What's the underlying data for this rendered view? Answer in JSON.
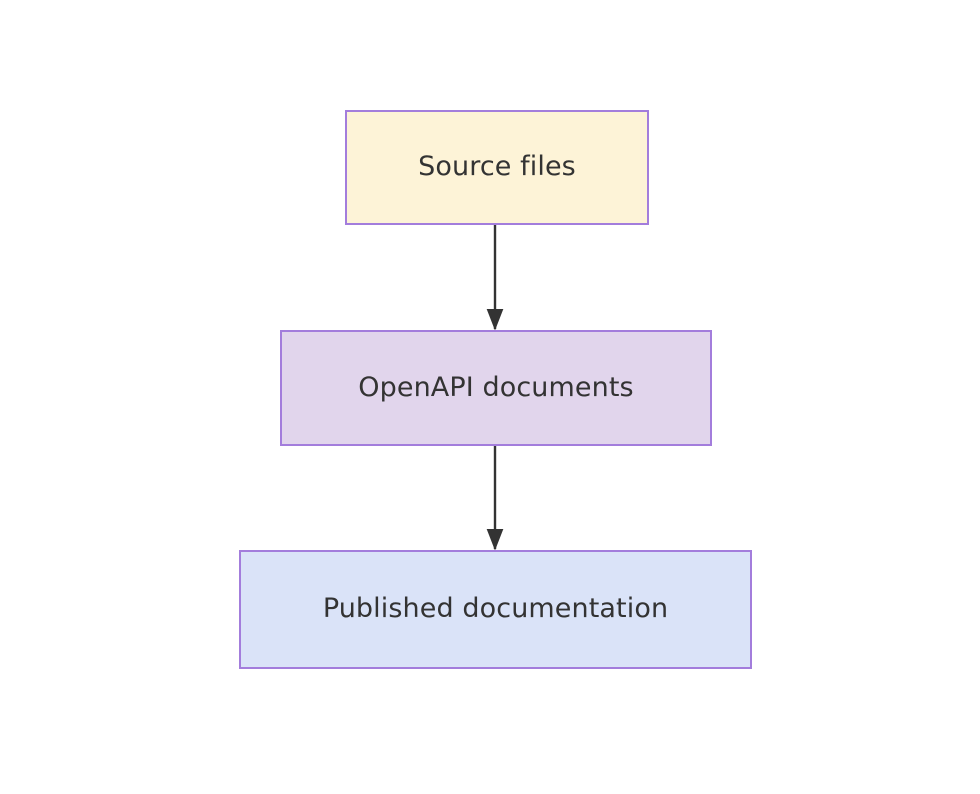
{
  "diagram": {
    "type": "flowchart",
    "direction": "top-to-bottom",
    "background_color": "#ffffff",
    "title": "",
    "nodes": [
      {
        "id": "source-files",
        "label": "Source files",
        "shape": "rectangle",
        "fill_color": "#fdf3d7",
        "border_color": "#a37ddc",
        "text_color": "#333333"
      },
      {
        "id": "openapi-documents",
        "label": "OpenAPI documents",
        "shape": "rectangle",
        "fill_color": "#e1d5ec",
        "border_color": "#a37ddc",
        "text_color": "#333333"
      },
      {
        "id": "published-documentation",
        "label": "Published documentation",
        "shape": "rectangle",
        "fill_color": "#dae3f8",
        "border_color": "#a37ddc",
        "text_color": "#333333"
      }
    ],
    "edges": [
      {
        "id": "edge-source-to-openapi",
        "from": "source-files",
        "to": "openapi-documents",
        "label": "",
        "style": "solid",
        "arrowhead": "filled-triangle",
        "color": "#333333"
      },
      {
        "id": "edge-openapi-to-published",
        "from": "openapi-documents",
        "to": "published-documentation",
        "label": "",
        "style": "solid",
        "arrowhead": "filled-triangle",
        "color": "#333333"
      }
    ]
  }
}
